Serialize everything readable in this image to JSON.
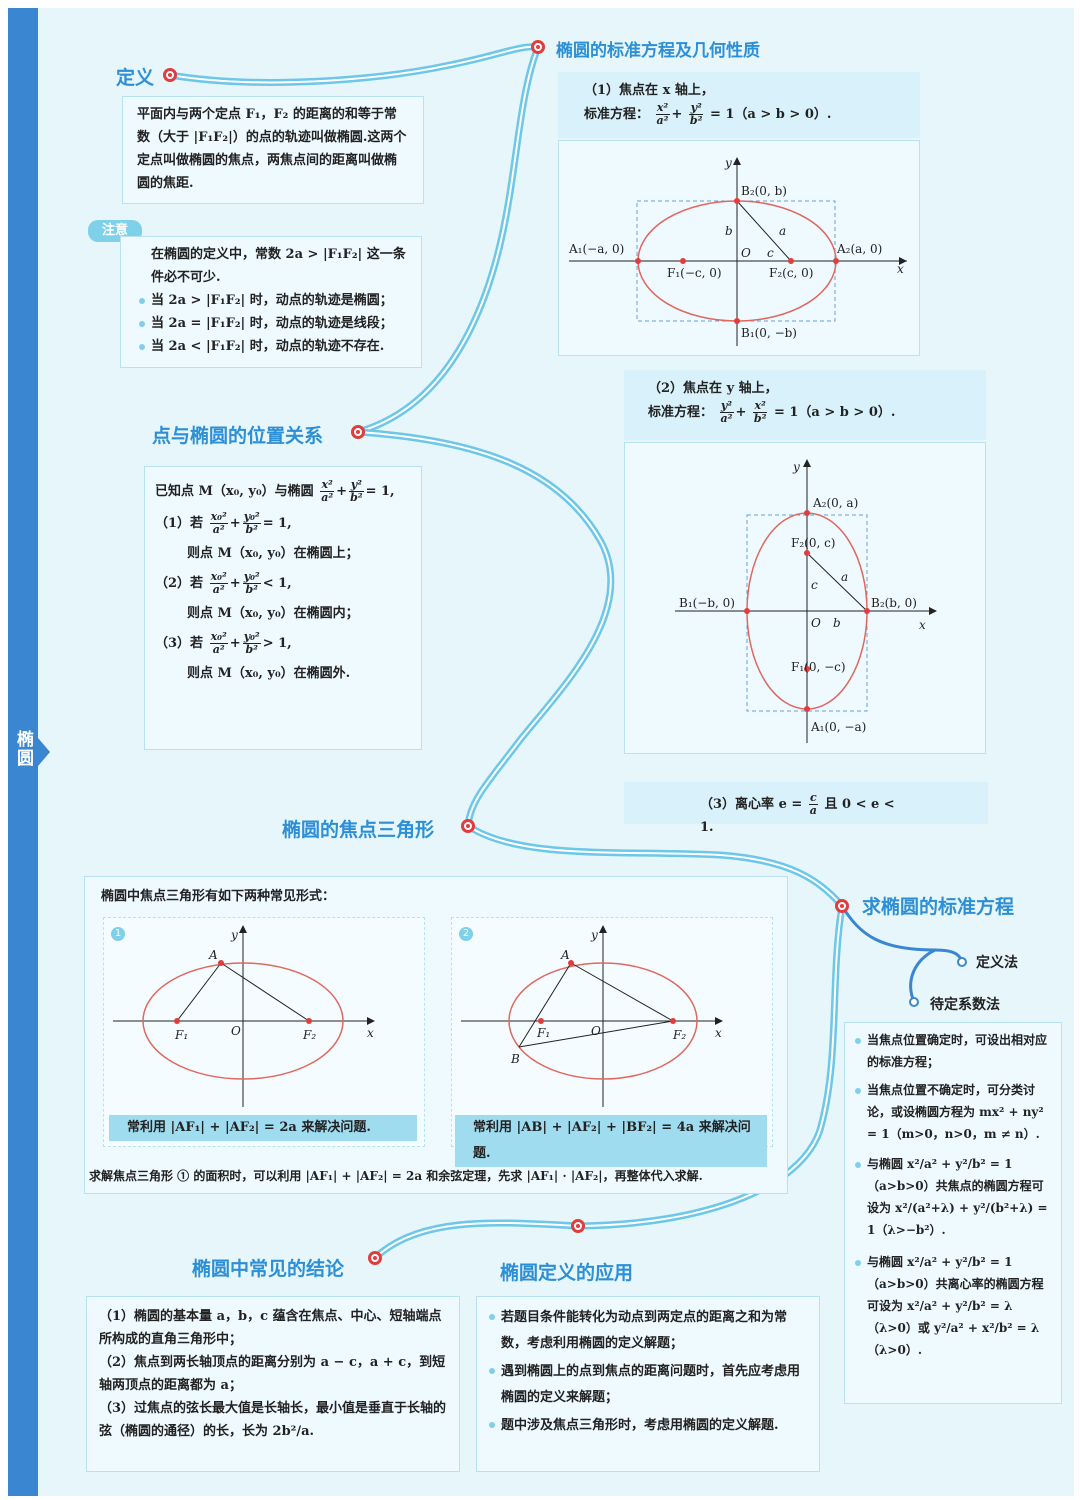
{
  "sidebar": {
    "label": "椭圆"
  },
  "sections": {
    "definition": {
      "title": "定义",
      "text": "平面内与两个定点 F₁，F₂ 的距离的和等于常数（大于 |F₁F₂|）的点的轨迹叫做椭圆.这两个定点叫做椭圆的焦点，两焦点间的距离叫做椭圆的焦距."
    },
    "note": {
      "tag": "注意",
      "intro": "在椭圆的定义中，常数 2a > |F₁F₂| 这一条件必不可少.",
      "items": [
        "当 2a > |F₁F₂| 时，动点的轨迹是椭圆；",
        "当 2a = |F₁F₂| 时，动点的轨迹是线段；",
        "当 2a < |F₁F₂| 时，动点的轨迹不存在."
      ]
    },
    "standard": {
      "title": "椭圆的标准方程及几何性质",
      "case1_line1": "（1）焦点在 x 轴上，",
      "case1_line2_prefix": "标准方程：",
      "case1_line2_suffix": "= 1（a > b > 0）.",
      "case2_line1": "（2）焦点在 y 轴上，",
      "case2_line2_prefix": "标准方程：",
      "case2_line2_suffix": "= 1（a > b > 0）.",
      "ecc_prefix": "（3）离心率 e =",
      "ecc_suffix": "且 0 < e < 1.",
      "fig1": {
        "y": "y",
        "x": "x",
        "o": "O",
        "B2": "B₂(0, b)",
        "B1": "B₁(0, −b)",
        "A1": "A₁(−a, 0)",
        "A2": "A₂(a, 0)",
        "F1": "F₁(−c, 0)",
        "F2": "F₂(c, 0)",
        "b": "b",
        "a": "a",
        "c": "c"
      },
      "fig2": {
        "y": "y",
        "x": "x",
        "o": "O",
        "A2": "A₂(0, a)",
        "A1": "A₁(0, −a)",
        "B1": "B₁(−b, 0)",
        "B2": "B₂(b, 0)",
        "F2": "F₂(0, c)",
        "F1": "F₁(0, −c)",
        "c": "c",
        "a": "a",
        "b": "b"
      }
    },
    "position": {
      "title": "点与椭圆的位置关系",
      "intro": "已知点 M（x₀, y₀）与椭圆",
      "intro_suffix": "= 1,",
      "c1": "（1）若",
      "c1_rel": "= 1,",
      "c1_res": "则点 M（x₀, y₀）在椭圆上；",
      "c2": "（2）若",
      "c2_rel": "< 1,",
      "c2_res": "则点 M（x₀, y₀）在椭圆内；",
      "c3": "（3）若",
      "c3_rel": "> 1,",
      "c3_res": "则点 M（x₀, y₀）在椭圆外."
    },
    "focal_triangle": {
      "title": "椭圆的焦点三角形",
      "intro": "椭圆中焦点三角形有如下两种常见形式：",
      "form1_num": "1",
      "form2_num": "2",
      "form1_text": "常利用 |AF₁| + |AF₂| = 2a 来解决问题.",
      "form2_text": "常利用 |AB| + |AF₂| + |BF₂| = 4a 来解决问题.",
      "footer": "求解焦点三角形 ① 的面积时，可以利用 |AF₁| + |AF₂| = 2a 和余弦定理，先求 |AF₁| · |AF₂|，再整体代入求解.",
      "labels": {
        "A": "A",
        "B": "B",
        "F1": "F₁",
        "F2": "F₂",
        "O": "O",
        "x": "x",
        "y": "y"
      }
    },
    "find_equation": {
      "title": "求椭圆的标准方程",
      "method1": "定义法",
      "method2": "待定系数法",
      "items": [
        "当焦点位置确定时，可设出相对应的标准方程；",
        "当焦点位置不确定时，可分类讨论，或设椭圆方程为 mx² + ny² = 1（m>0，n>0，m ≠ n）.",
        "与椭圆 x²/a² + y²/b² = 1（a>b>0）共焦点的椭圆方程可设为 x²/(a²+λ) + y²/(b²+λ) = 1（λ>−b²）.",
        "与椭圆 x²/a² + y²/b² = 1（a>b>0）共离心率的椭圆方程可设为 x²/a² + y²/b² = λ（λ>0）或 y²/a² + x²/b² = λ（λ>0）."
      ]
    },
    "conclusions": {
      "title": "椭圆中常见的结论",
      "items": [
        "（1）椭圆的基本量 a，b，c 蕴含在焦点、中心、短轴端点所构成的直角三角形中；",
        "（2）焦点到两长轴顶点的距离分别为 a − c，a + c，到短轴两顶点的距离都为 a；",
        "（3）过焦点的弦长最大值是长轴长，最小值是垂直于长轴的弦（椭圆的通径）的长，长为 2b²/a."
      ]
    },
    "application": {
      "title": "椭圆定义的应用",
      "items": [
        "若题目条件能转化为动点到两定点的距离之和为常数，考虑利用椭圆的定义解题；",
        "遇到椭圆上的点到焦点的距离问题时，首先应考虑用椭圆的定义来解题；",
        "题中涉及焦点三角形时，考虑用椭圆的定义解题."
      ]
    }
  },
  "colors": {
    "sidebar": "#3a86d0",
    "title": "#2d8fd6",
    "road": "#5fbde3",
    "node": "#e23c3c",
    "ellipse": "#e0685e"
  }
}
